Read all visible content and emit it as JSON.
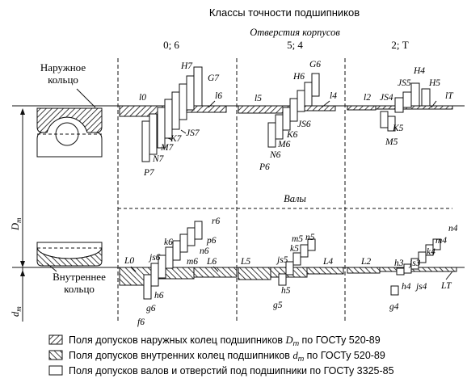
{
  "title": "Классы точности подшипников",
  "classes": [
    "0; 6",
    "5; 4",
    "2; Т"
  ],
  "section_top": "Отверстия корпусов",
  "section_bottom": "Валы",
  "outer_ring_label": [
    "Наружное",
    "кольцо"
  ],
  "inner_ring_label": [
    "Внутреннее",
    "кольцо"
  ],
  "dm_outer": "D",
  "dm_inner": "d",
  "dm_sub": "m",
  "housing_labels": {
    "g1": [
      "l0",
      "H7",
      "G7",
      "l6",
      "K7",
      "JS7",
      "M7",
      "N7",
      "P7"
    ],
    "g2": [
      "l5",
      "H6",
      "G6",
      "l4",
      "JS6",
      "K6",
      "M6",
      "N6",
      "P6"
    ],
    "g3": [
      "l2",
      "H4",
      "JS5",
      "H5",
      "lT",
      "JS4",
      "K5",
      "M5"
    ]
  },
  "shaft_labels": {
    "g1": [
      "L0",
      "r6",
      "k6",
      "p6",
      "js6",
      "n6",
      "m6",
      "L6",
      "h6",
      "g6",
      "f6"
    ],
    "g2": [
      "L5",
      "m5",
      "n5",
      "k5",
      "js5",
      "L4",
      "h5",
      "g5"
    ],
    "g3": [
      "L2",
      "n4",
      "m4",
      "k4",
      "h3",
      "js3",
      "h4",
      "js4",
      "LT",
      "g4"
    ]
  },
  "legend": [
    {
      "pre": "Поля допусков наружных колец подшипников ",
      "sym": "D",
      "sub": "m",
      "post": " по ГОСТу 520-89"
    },
    {
      "pre": "Поля допусков внутренних колец подшипников ",
      "sym": "d",
      "sub": "m",
      "post": " по ГОСТу 520-89"
    },
    {
      "pre": "Поля допусков валов и отверстий под подшипники по ГОСТу 3325-85",
      "sym": "",
      "sub": "",
      "post": ""
    }
  ],
  "colors": {
    "ink": "#111111",
    "background": "#ffffff"
  }
}
